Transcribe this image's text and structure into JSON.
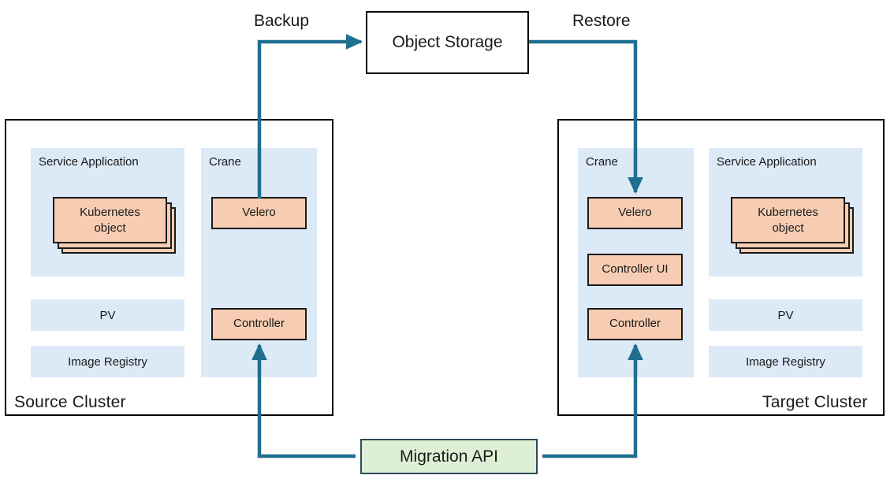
{
  "diagram": {
    "title_flows": {
      "backup_label": "Backup",
      "restore_label": "Restore"
    },
    "object_storage": {
      "label": "Object Storage"
    },
    "migration_api": {
      "label": "Migration API"
    },
    "source_cluster": {
      "label": "Source Cluster",
      "service_application": {
        "title": "Service Application",
        "kubernetes_object": "Kubernetes\nobject",
        "kubernetes_object_line1": "Kubernetes",
        "kubernetes_object_line2": "object"
      },
      "pv": "PV",
      "image_registry": "Image Registry",
      "crane": {
        "title": "Crane",
        "components": [
          {
            "label": "Velero"
          },
          {
            "label": "Controller"
          }
        ]
      }
    },
    "target_cluster": {
      "label": "Target Cluster",
      "service_application": {
        "title": "Service Application",
        "kubernetes_object_line1": "Kubernetes",
        "kubernetes_object_line2": "object"
      },
      "pv": "PV",
      "image_registry": "Image Registry",
      "crane": {
        "title": "Crane",
        "components": [
          {
            "label": "Velero"
          },
          {
            "label": "Controller UI"
          },
          {
            "label": "Controller"
          }
        ]
      }
    },
    "colors": {
      "connector": "#1f6f8f",
      "panel_fill": "#dce9f7",
      "component_fill": "#f6cdb2",
      "component_stroke": "#1a1a1a",
      "api_fill": "#ddf0d6",
      "api_stroke": "#2e4a58",
      "frame_stroke": "#000000"
    }
  }
}
